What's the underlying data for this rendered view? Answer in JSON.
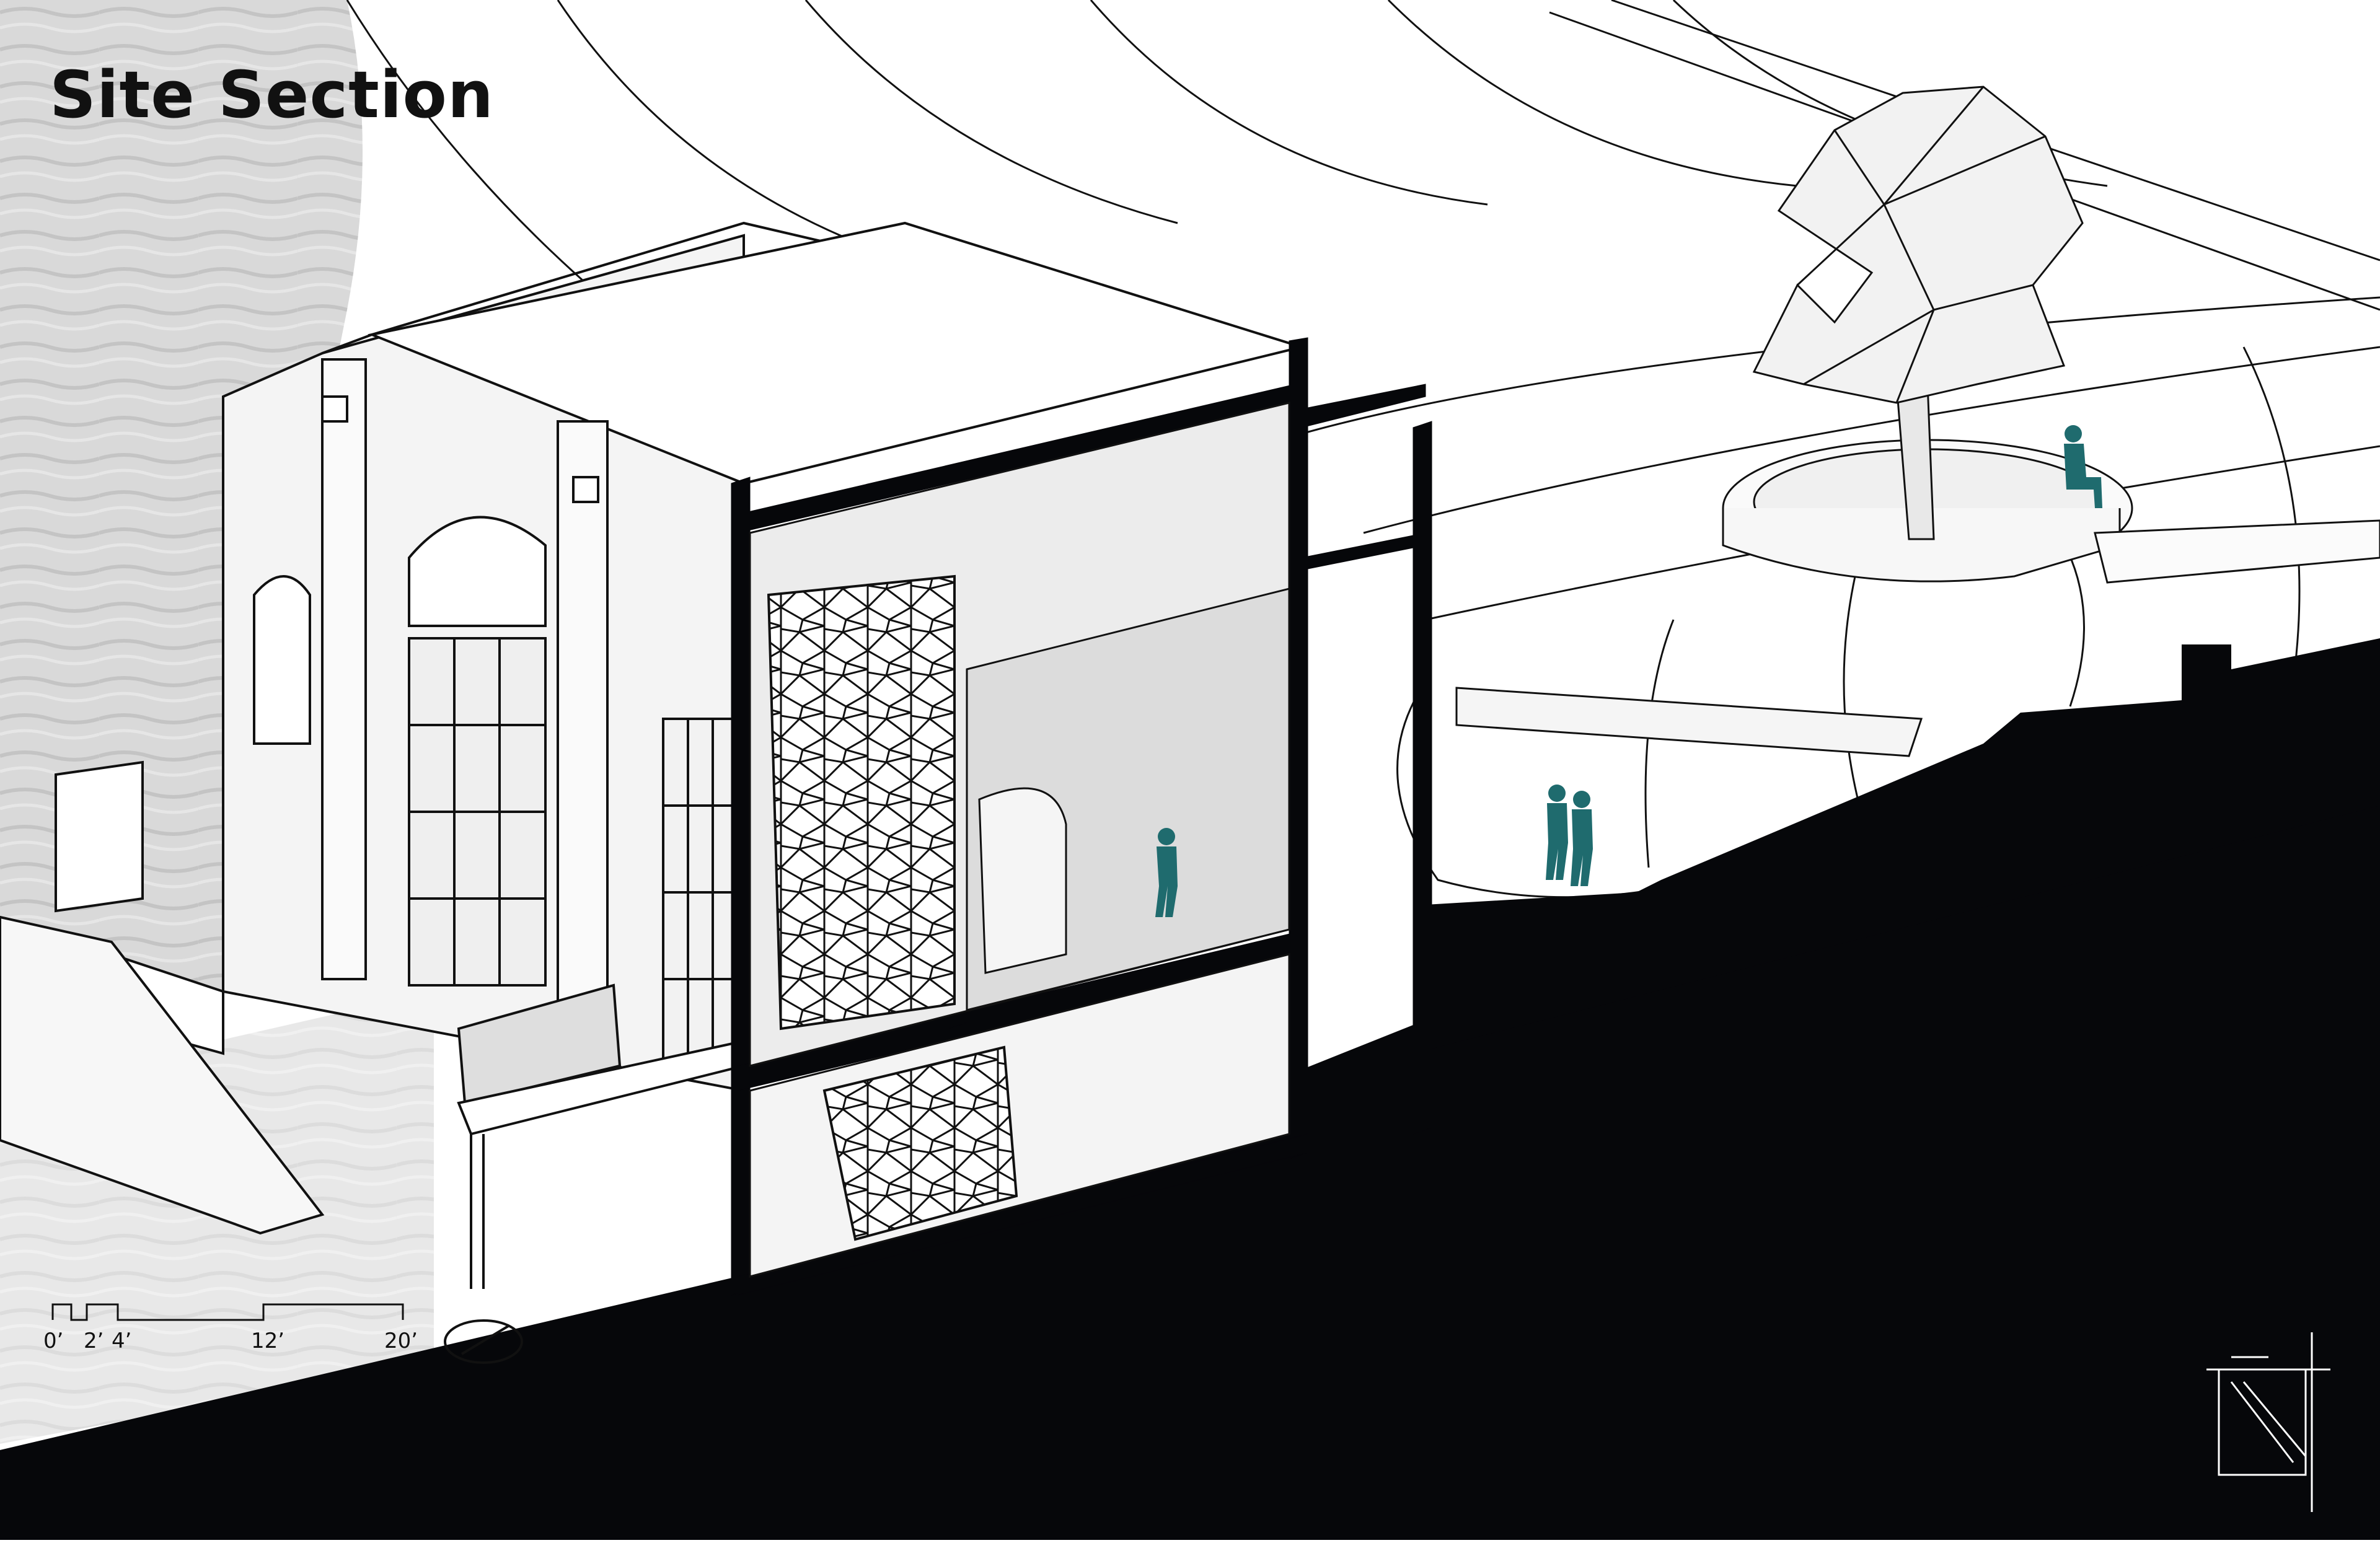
{
  "title": "Site Section",
  "scale_bar": {
    "labels": [
      "0’",
      "2’",
      "4’",
      "12’",
      "20’"
    ]
  },
  "colors": {
    "ground_poche": "#06070a",
    "water": "#d6d6d6",
    "figure_teal": "#1f6b6e",
    "line": "#111111",
    "background": "#ffffff"
  },
  "figures": [
    {
      "name": "seated-figure",
      "pose": "sitting"
    },
    {
      "name": "walking-figure-interior",
      "pose": "walking"
    },
    {
      "name": "walking-couple",
      "pose": "walking-pair"
    }
  ],
  "icons": [
    "north-arrow-icon",
    "key-plan-icon"
  ]
}
